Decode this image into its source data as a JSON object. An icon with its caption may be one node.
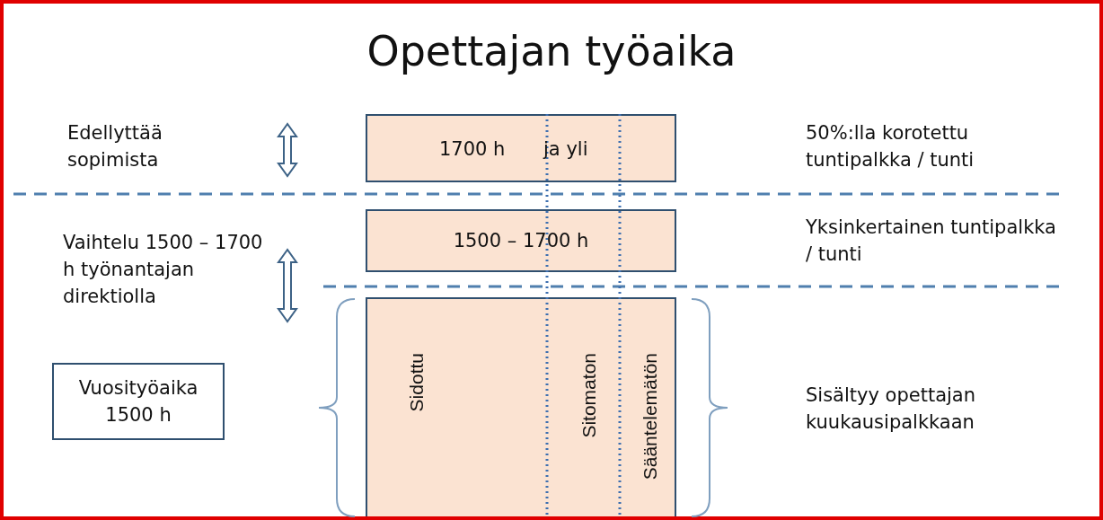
{
  "diagram": {
    "title": "Opettajan työaika",
    "nodes": [
      {
        "text": [
          "1700 h",
          "ja yli"
        ]
      },
      {
        "text": [
          "1500 – 1700 h"
        ]
      },
      {
        "text": [
          "Sidottu",
          "Sitomaton",
          "Sääntelemätön"
        ]
      },
      {
        "text": [
          "Vuosityöaika 1500 h"
        ]
      }
    ],
    "labels": [
      "Edellyttää sopimista",
      "50%:lla korotettu tuntipalkka / tunti",
      "Vaihtelu 1500 – 1700 h työnantajan direktiolla",
      "Yksinkertainen tuntipalkka / tunti",
      "Sisältyy opettajan kuukausipalkkaan"
    ]
  }
}
